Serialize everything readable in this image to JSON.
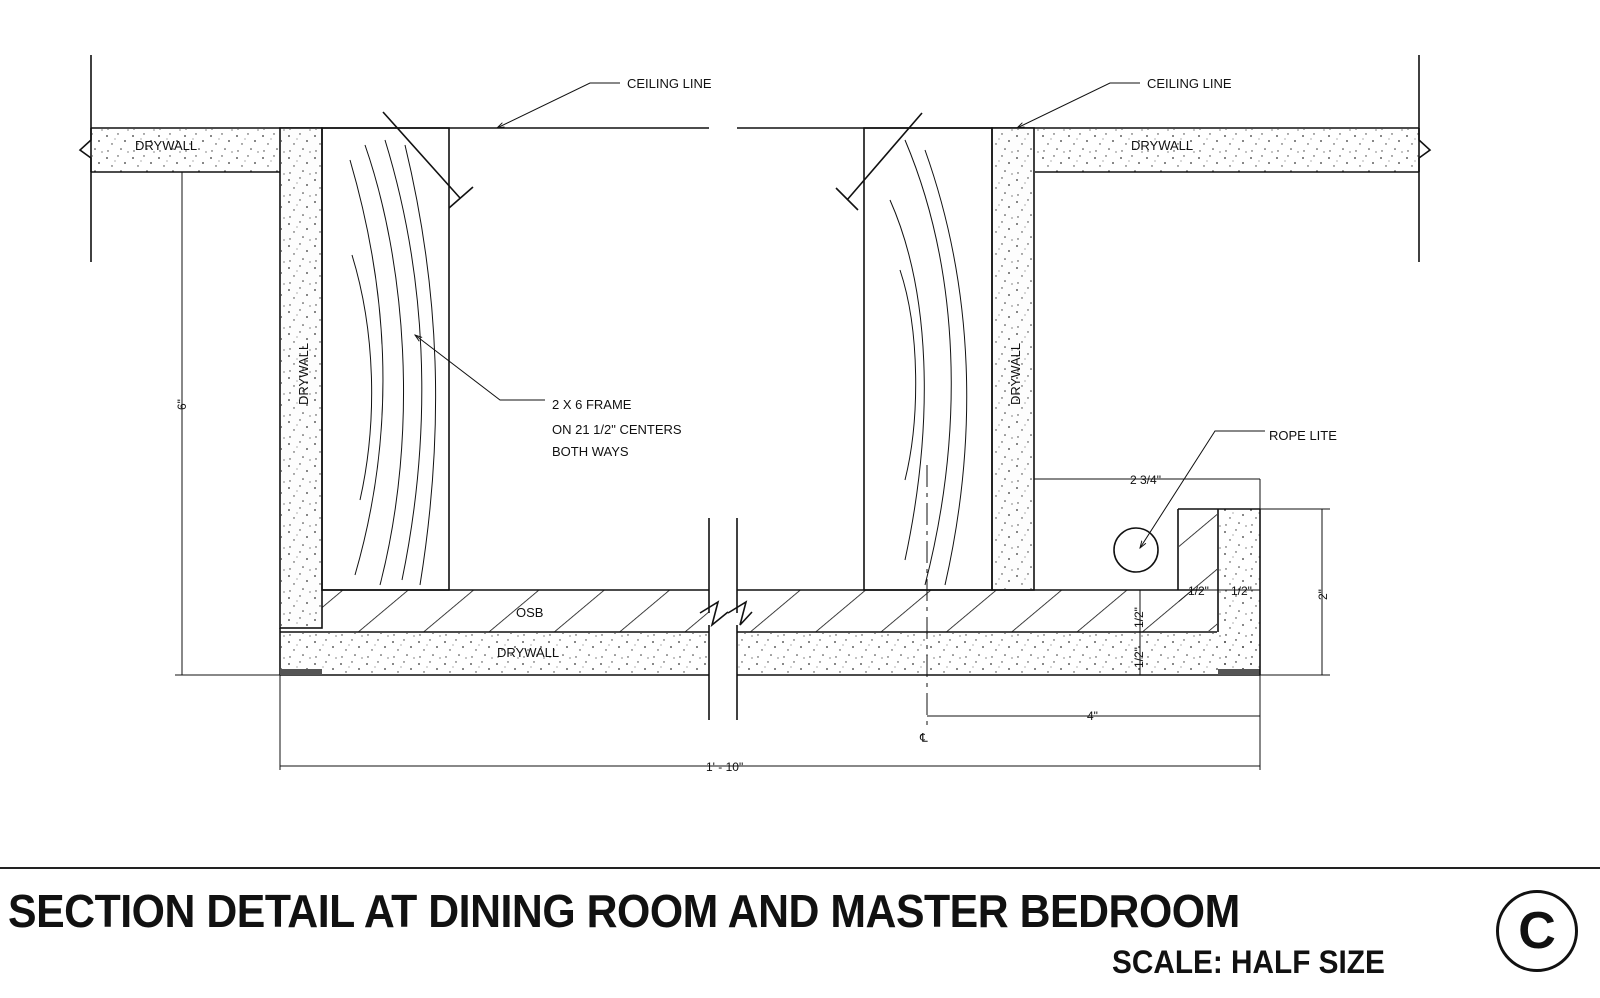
{
  "labels": {
    "ceiling_line_left": "CEILING LINE",
    "ceiling_line_right": "CEILING LINE",
    "drywall_top_left": "DRYWALL",
    "drywall_top_right": "DRYWALL",
    "drywall_vert_left": "DRYWALL",
    "drywall_vert_right": "DRYWALL",
    "drywall_bottom": "DRYWALL",
    "osb": "OSB",
    "frame_line1": "2 X 6 FRAME",
    "frame_line2": "ON 21 1/2\" CENTERS",
    "frame_line3": "BOTH WAYS",
    "rope_lite": "ROPE LITE",
    "centerline": "℄"
  },
  "dimensions": {
    "height_6": "6\"",
    "width_2_3_4": "2 3/4\"",
    "height_2": "2\"",
    "half_1": "1/2\"",
    "half_2": "1/2\"",
    "half_3": "1/2\"",
    "half_4": "1/2\"",
    "width_4": "4\"",
    "overall": "1' - 10\""
  },
  "title_block": {
    "title": "SECTION DETAIL AT DINING ROOM AND MASTER BEDROOM",
    "scale": "SCALE:  HALF SIZE",
    "detail_marker": "C"
  }
}
